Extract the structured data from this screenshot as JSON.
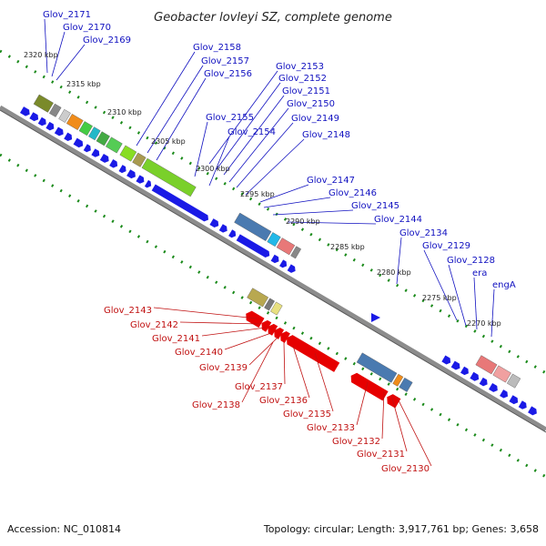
{
  "title": "Geobacter lovleyi SZ, complete genome",
  "footer": {
    "accession": "Accession: NC_010814",
    "summary": "Topology: circular; Length: 3,917,761 bp; Genes: 3,658"
  },
  "colors": {
    "forward": "#1a1ae6",
    "reverse": "#e60000",
    "backbone": "#8c8c8c",
    "tick_dots": "#1a8a1a",
    "label_forward": "#1010c0",
    "label_reverse": "#c01010"
  },
  "scale_labels": [
    "2320 kbp",
    "2315 kbp",
    "2310 kbp",
    "2305 kbp",
    "2300 kbp",
    "2295 kbp",
    "2290 kbp",
    "2285 kbp",
    "2280 kbp",
    "2275 kbp",
    "2270 kbp"
  ],
  "forward_labels": [
    "Glov_2171",
    "Glov_2170",
    "Glov_2169",
    "Glov_2158",
    "Glov_2157",
    "Glov_2156",
    "Glov_2155",
    "Glov_2154",
    "Glov_2153",
    "Glov_2152",
    "Glov_2151",
    "Glov_2150",
    "Glov_2149",
    "Glov_2148",
    "Glov_2147",
    "Glov_2146",
    "Glov_2145",
    "Glov_2144",
    "Glov_2134",
    "Glov_2129",
    "Glov_2128",
    "era",
    "engA"
  ],
  "reverse_labels": [
    "Glov_2143",
    "Glov_2142",
    "Glov_2141",
    "Glov_2140",
    "Glov_2139",
    "Glov_2138",
    "Glov_2137",
    "Glov_2136",
    "Glov_2135",
    "Glov_2133",
    "Glov_2132",
    "Glov_2131",
    "Glov_2130"
  ]
}
